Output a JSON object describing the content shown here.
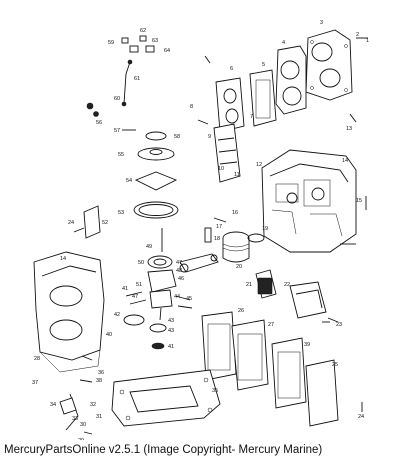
{
  "caption": "MercuryPartsOnline v2.5.1 (Image Copyright- Mercury Marine)",
  "callouts": {
    "c1": "1",
    "c2": "2",
    "c3": "3",
    "c4": "4",
    "c5": "5",
    "c6": "6",
    "c7": "7",
    "c8": "8",
    "c9": "9",
    "c10": "10",
    "c11": "11",
    "c12": "12",
    "c13": "13",
    "c14a": "14",
    "c14b": "14",
    "c15": "15",
    "c16": "16",
    "c17": "17",
    "c18": "18",
    "c19": "19",
    "c20": "20",
    "c21": "21",
    "c22": "22",
    "c23": "23",
    "c24a": "24",
    "c24b": "24",
    "c25": "25",
    "c26": "26",
    "c27": "27",
    "c28": "28",
    "c29": "29",
    "c30": "30",
    "c31": "31",
    "c32": "32",
    "c33": "33",
    "c34": "34",
    "c35": "35",
    "c36": "36",
    "c37": "37",
    "c38": "38",
    "c39": "39",
    "c40": "40",
    "c41": "41",
    "c41b": "41",
    "c42": "42",
    "c43": "43",
    "c43b": "43",
    "c44": "44",
    "c45": "45",
    "c46": "46",
    "c47": "47",
    "c47b": "47",
    "c48": "48",
    "c49": "49",
    "c50": "50",
    "c51": "51",
    "c52": "52",
    "c53": "53",
    "c54": "54",
    "c55": "55",
    "c56": "56",
    "c57": "57",
    "c58": "58",
    "c59": "59",
    "c60": "60",
    "c61": "61",
    "c62": "62",
    "c63": "63",
    "c64": "64"
  }
}
